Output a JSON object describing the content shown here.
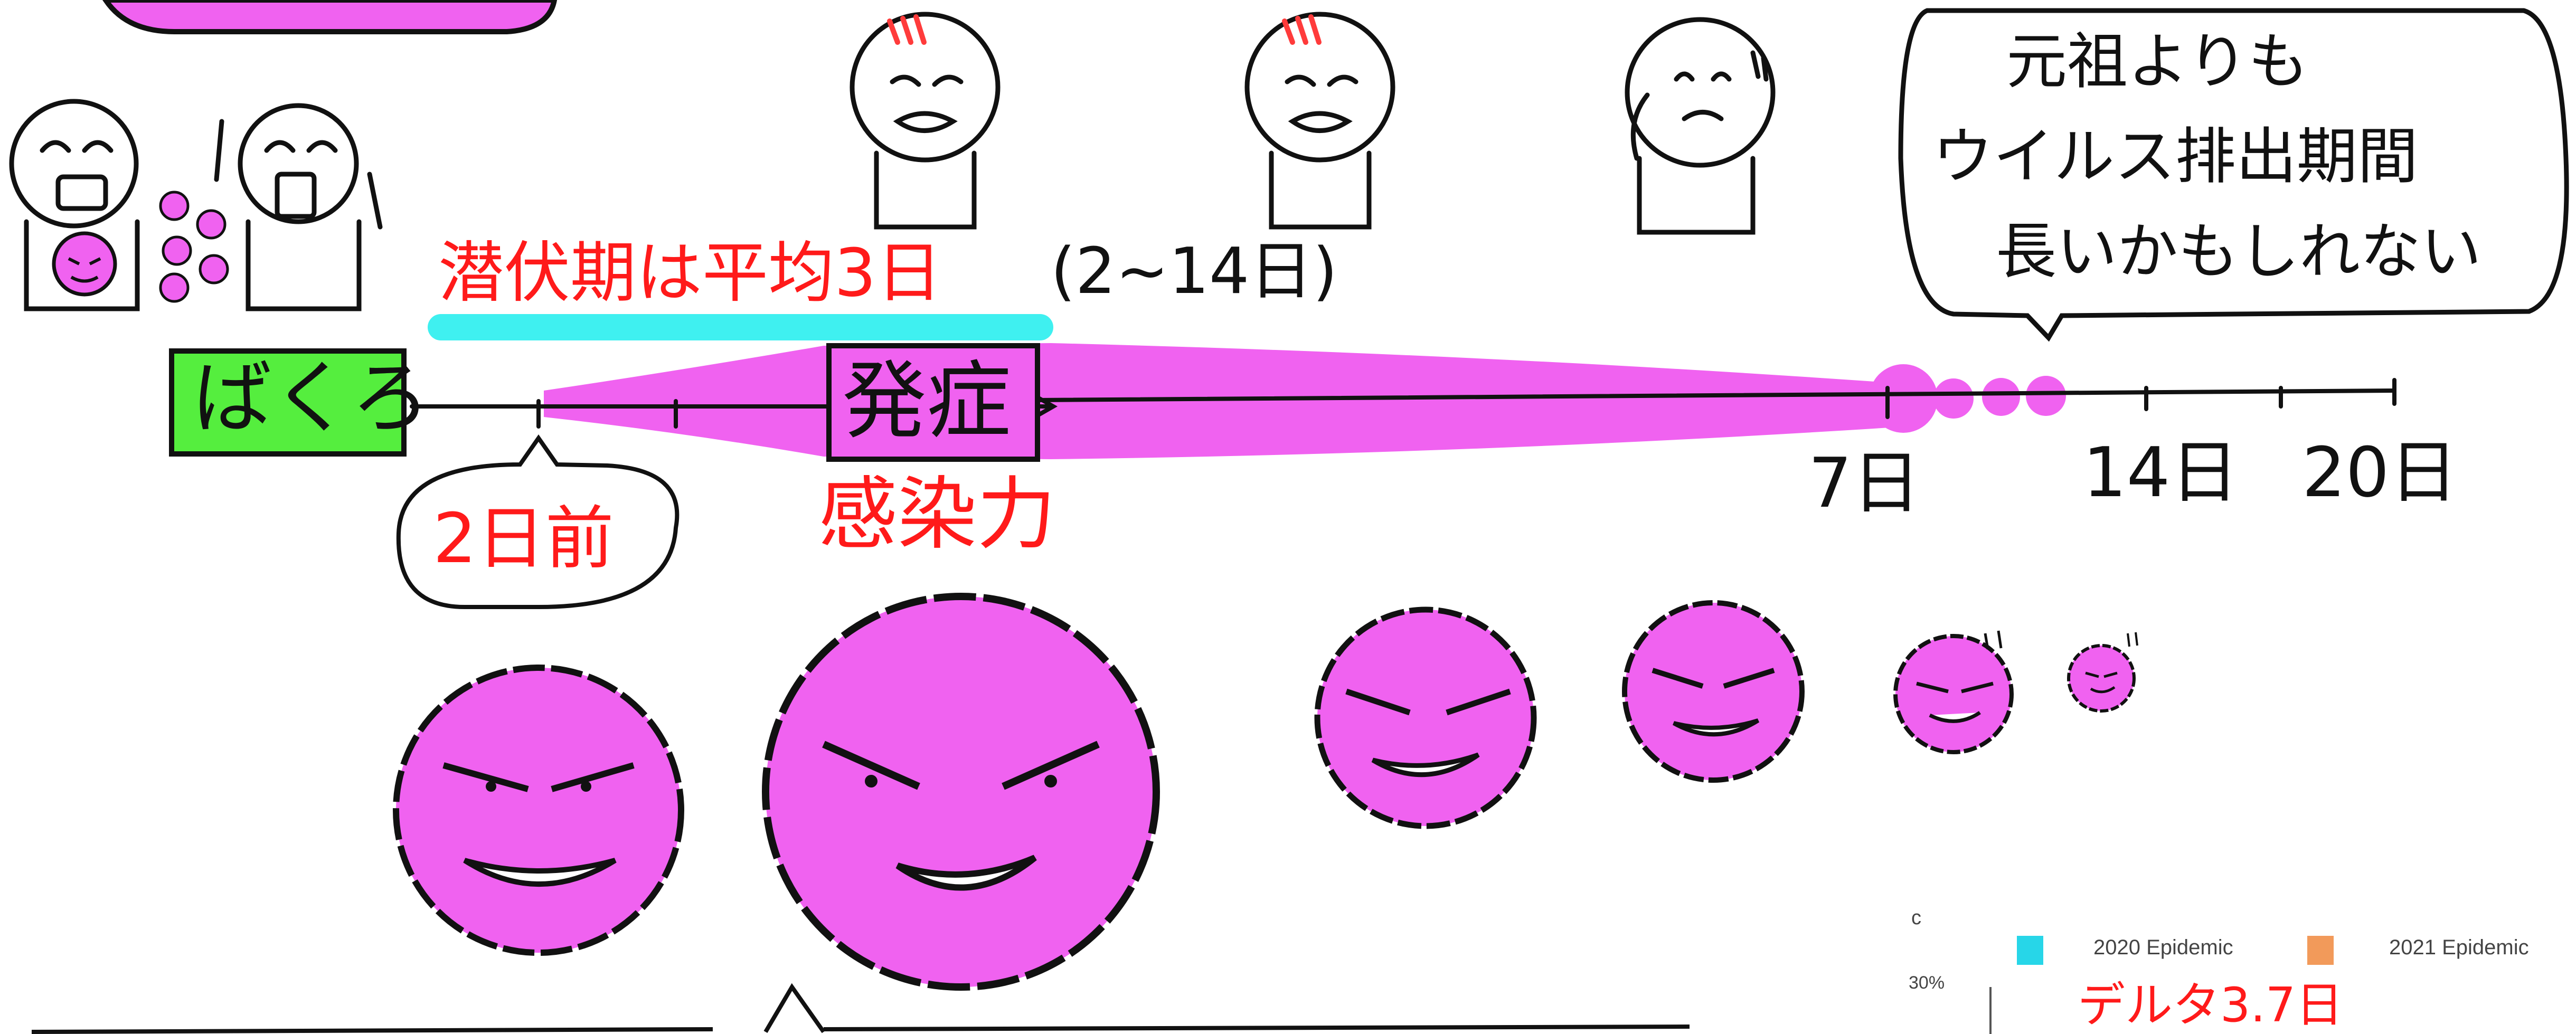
{
  "colors": {
    "virus_fill": "#f062f0",
    "bakuro_box": "#55ee3e",
    "highlight": "#3ff0f0",
    "red_text": "#ff1a1a",
    "legend_2020": "#27d6e8",
    "legend_2021": "#f29a5a"
  },
  "timeline": {
    "exposure_label": "ばくろ",
    "onset_label": "発症",
    "incubation_text": "潜伏期は平均3日",
    "incubation_range": "(2~14日)",
    "contagious_start": "2日前",
    "infectiousness_label": "感染力",
    "ticks": [
      "7日",
      "14日",
      "20日"
    ]
  },
  "speech_bubble": {
    "lines": [
      "元祖よりも",
      "ウイルス排出期間",
      "長いかもしれない"
    ]
  },
  "icons": [
    "sick-person-icon",
    "worried-person-icon",
    "virus-icon"
  ],
  "inset_chart": {
    "legend": [
      "2020 Epidemic",
      "2021 Epidemic"
    ],
    "corner_letter": "c",
    "tick_label": "30%",
    "annotation": "デルタ3.7日"
  }
}
